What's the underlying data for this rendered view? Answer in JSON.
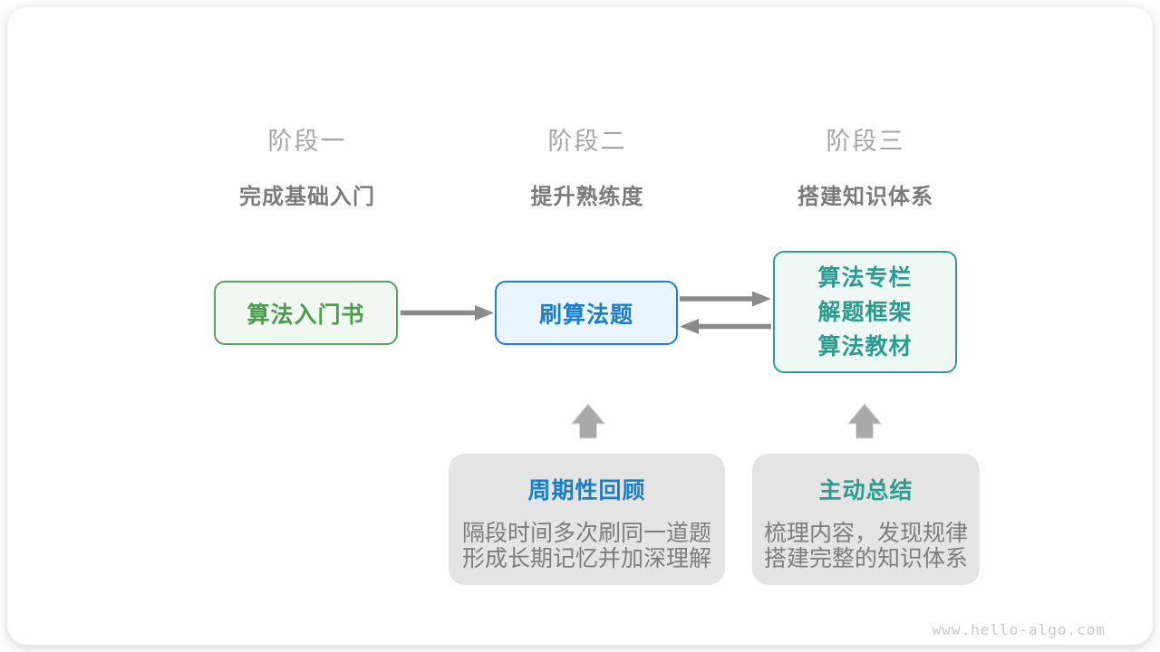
{
  "diagram": {
    "watermark": "www.hello-algo.com"
  },
  "stages": [
    {
      "title": "阶段一",
      "subtitle": "完成基础入门"
    },
    {
      "title": "阶段二",
      "subtitle": "提升熟练度"
    },
    {
      "title": "阶段三",
      "subtitle": "搭建知识体系"
    }
  ],
  "nodes": {
    "intro_book": {
      "label": "算法入门书",
      "accent": "#4c9b50",
      "border": "#5aa05e",
      "background": "#f1f8f1"
    },
    "practice": {
      "label": "刷算法题",
      "accent": "#1b7ec8",
      "border": "#1a7fd4",
      "background": "#eaf4fc"
    },
    "resources": {
      "lines": [
        "算法专栏",
        "解题框架",
        "算法教材"
      ],
      "accent": "#2b9d8e",
      "border": "#339e8d",
      "background": "#eff8f5"
    }
  },
  "callouts": [
    {
      "title": "周期性回顾",
      "accent": "#1b7ec8",
      "lines": [
        "隔段时间多次刷同一道题",
        "形成长期记忆并加深理解"
      ]
    },
    {
      "title": "主动总结",
      "accent": "#2b9d8e",
      "lines": [
        "梳理内容，发现规律",
        "搭建完整的知识体系"
      ]
    }
  ],
  "colors": {
    "line_arrow": "#8a8a8a",
    "block_arrow": "#a9a9a9",
    "callout_background": "#e4e4e4",
    "stage_title": "#a5a5a5",
    "stage_subtitle": "#7b7b7b",
    "body_text": "#7d7d7d",
    "watermark": "#c9c9c9"
  }
}
